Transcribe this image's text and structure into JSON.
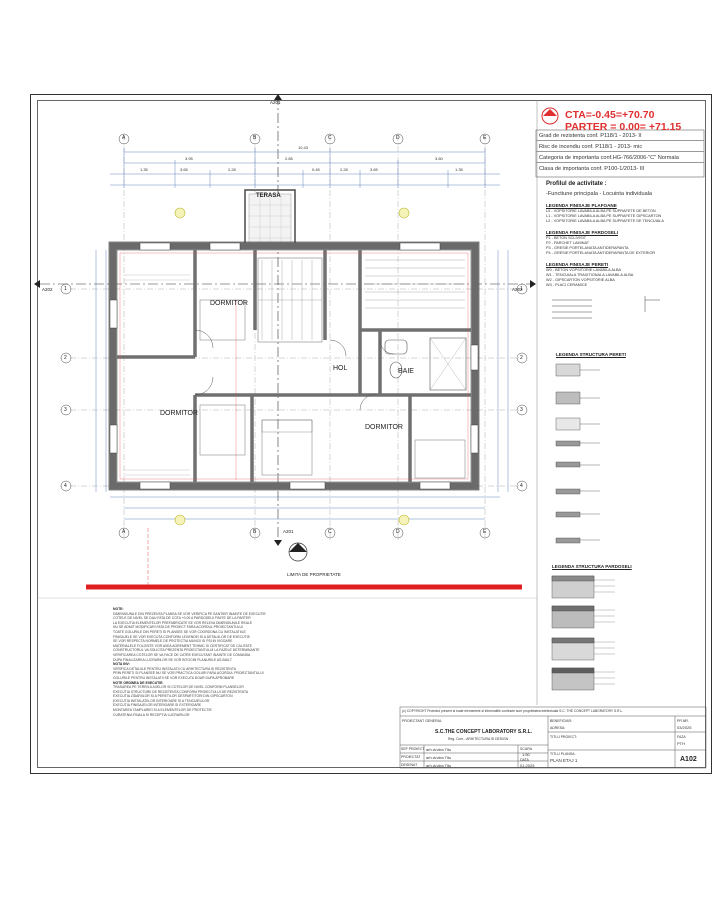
{
  "header": {
    "cta_line": "CTA=-0.45=+70.70",
    "parter_line": "PARTER = 0.00= +71.15"
  },
  "info_table": [
    "Grad de rezistenta conf. P118/1 - 2013- II",
    "Risc de incendiu conf. P118/1 - 2013- mic",
    "Categoria de importanta conf.HG-766/2006-\"C\" Normala",
    "Clasa de importanta conf. P100-1/2013- III"
  ],
  "activity": {
    "title": "Profilul de activitate :",
    "value": "-Functiune principala - Locuinta individuala"
  },
  "legends": {
    "pardoseli_title": "LEGENDA FINISAJE PARDOSELI",
    "pardoseli_items": [
      "P1 - BETON SCLIVISIT",
      "P2 - PARCHET LAMINAT",
      "P3 - GRESIE PORTELANATA ANTIDERAPANTA",
      "P4 - GRESIE PORTELANATA ANTIDERAPANTA DE EXTERIOR"
    ],
    "plafoane_title": "LEGENDA FINISAJE PLAFOANE",
    "plafoane_items": [
      "L0 - VOPSITORIE LAVABILA ALBA PE SUPRAFETE DE BETON",
      "L1 - VOPSITORIE LAVABILA ALBA PE SUPRAFETE GIPSCARTON",
      "L2 - VOPSITORIE LAVABILA ALBA PE SUPRAFETE DE TENCUIALA"
    ],
    "pereti_title": "LEGENDA FINISAJE PERETI",
    "pereti_items": [
      "W0 - BETON VOPSITORIE LAVABILA ALBA",
      "W1 - TENCUIALA TRADITIONALA LAVABILA ALBA",
      "W2 - GIPSCARTON VOPSITORIE ALBA",
      "W3 - PLACI CERAMICE"
    ],
    "structura_title": "LEGENDA STRUCTURA PERETI",
    "structura_pardoseli_title": "LEGENDA STRUCTURA PARDOSELI"
  },
  "rooms": [
    {
      "name": "TERASA"
    },
    {
      "name": "DORMITOR"
    },
    {
      "name": "DORMITOR"
    },
    {
      "name": "HOL"
    },
    {
      "name": "BAIE"
    },
    {
      "name": "DORMITOR"
    }
  ],
  "plan_labels": {
    "property_limit": "LIMITA DE PROPRIETATE",
    "section_a201": "A201",
    "section_a202": "A202",
    "section_a301": "A301",
    "axes_letters": [
      "A",
      "B",
      "C",
      "D",
      "E"
    ],
    "axes_numbers": [
      "1",
      "2",
      "3",
      "4"
    ]
  },
  "dims_top": [
    "10.43",
    "3.95",
    "2.85",
    "3.60",
    "1.35",
    "3.65",
    "2.28",
    "0.45",
    "2.28",
    "3.65",
    "1.35"
  ],
  "notes": {
    "title1": "NOTE:",
    "lines1": [
      "DIMENSIUNILE DIN PREZENTA PLANSA SE VOR VERIFICA PE SANTIER INAINTE DE EXECUTIE",
      "COTELE DE NIVEL SE DAU FATA DE COTA +0.00 A PARDOSELII FINITE DE LA PARTER",
      "LA EXECUTIA ELEMENTELOR PREFABRICATE SE VOR RELEVA DIMENSIUNILE REALE",
      "NU SE ADMIT MODIFICARI FATA DE PROIECT FARA ACORDUL PROIECTANTULUI",
      "TOATE GOLURILE DIN PERETI SI PLANSEE SE VOR COORDONA CU INSTALATIILE",
      "FINISAJELE SE VOR EXECUTA CONFORM LEGENDEI SI A DETALIILOR DE EXECUTIE",
      "SE VOR RESPECTA NORMELE DE PROTECTIA MUNCII SI PSI IN VIGOARE",
      "MATERIALELE FOLOSITE VOR AVEA AGREMENT TEHNIC SI CERTIFICAT DE CALITATE",
      "CONSTRUCTORUL VA SOLICITA PREZENTA PROIECTANTULUI LA FAZELE DETERMINANTE",
      "VERIFICAREA COTELOR SE VA FACE DE CATRE EXECUTANT INAINTE DE COMANDA",
      "DUPA FINALIZAREA LUCRARILOR SE VOR INTOCMI PLANURILE AS-BUILT"
    ],
    "title2": "NOTA INV:",
    "lines2": [
      "VERIFICA DETALIILE PENTRU INSTALATII CU ARHITECTURA SI REZISTENTA",
      "PRIN PERETI SI PLANSEE NU SE VOR PRACTICA GOLURI FARA ACORDUL PROIECTANTULUI",
      "GOLURILE PENTRU INSTALATII SE VOR EXECUTA DOAR DUPA APROBARE"
    ],
    "title3": "NOTE ORDINEA DE EXECUTIE:",
    "lines3": [
      "TRASAREA PE TEREN A AXELOR SI COTELOR DE NIVEL CONFORM PLANSELOR",
      "EXECUTIA STRUCTURII DE REZISTENTA CONFORM PROIECTULUI DE REZISTENTA",
      "EXECUTIA ZIDARIILOR SI A PERETILOR DESPARTITORI DIN GIPSCARTON",
      "EXECUTIA INSTALATIILOR INTERIOARE SI A TENCUIELILOR",
      "EXECUTIA FINISAJELOR INTERIOARE SI EXTERIOARE",
      "MONTAREA TAMPLARIEI SI A ELEMENTELOR DE PROTECTIE",
      "CURATENIA FINALA SI RECEPTIA LUCRARILOR"
    ]
  },
  "title_block": {
    "copyright": "(c) COPYRIGHT Proiectul prezent si toate elementele si informatiile continute sunt proprietatea intelectuala S.C. THE CONCEPT LABORATORY S.R.L.",
    "firm_label": "PROIECTANT GENERAL",
    "firm": "S.C.THE CONCEPT LABORATORY S.R.L.",
    "firm_sub": "Reg. Com - ARHITECTURA SI DESIGN",
    "rows": [
      {
        "role": "SEF PROIECT",
        "name": "arh.Andra Titu"
      },
      {
        "role": "PROIECTAT",
        "name": "arh.Andra Titu"
      },
      {
        "role": "DESENAT",
        "name": "arh.Andra Titu"
      }
    ],
    "scale_label": "SCARA",
    "scale": "1:50",
    "date_label": "DATA",
    "date": "01.2025",
    "beneficiary_label": "BENEFICIAR:",
    "location_label": "ADRESA:",
    "project_label": "TITLU PROIECT:",
    "drawing_label": "TITLU PLANSA:",
    "drawing": "PLAN ETAJ 1",
    "phase_label": "FAZA",
    "phase": "PTH",
    "sheet_no": "A102",
    "project_no_label": "PR.NR.",
    "project_no": "03/2025"
  },
  "colors": {
    "red_line": "#e02020",
    "wall_gray": "#6a6a6a",
    "dim_blue": "#5878b8",
    "cta_red": "#e03030",
    "axis_circle": "#b8b830"
  }
}
